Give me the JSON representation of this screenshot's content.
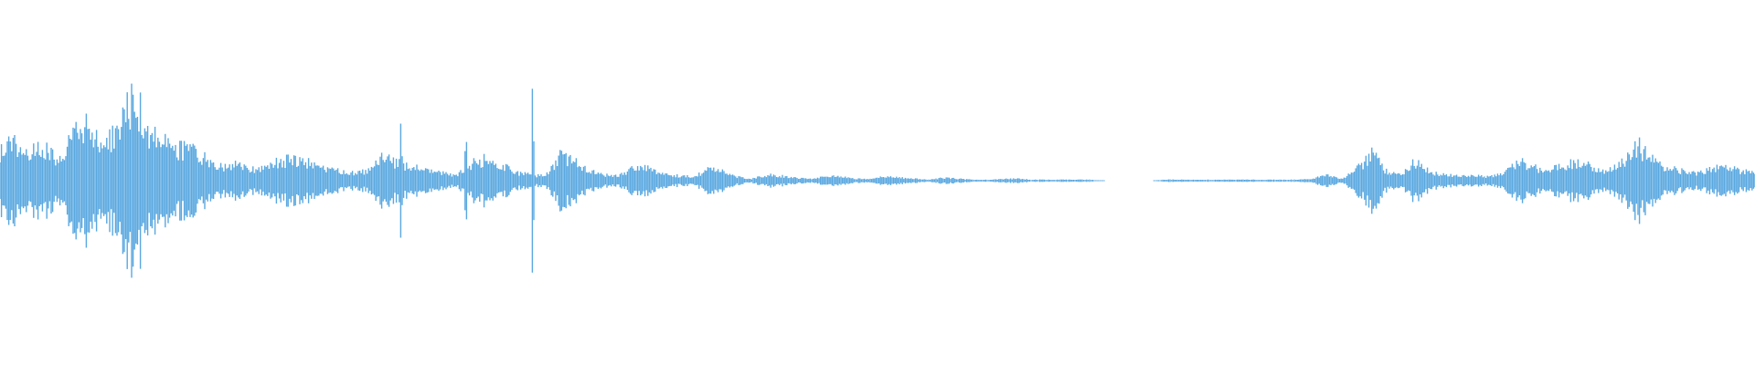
{
  "waveform": {
    "color": "#5aa8e0",
    "background": "#ffffff",
    "envelope": [
      0.3,
      0.42,
      0.28,
      0.34,
      0.22,
      0.48,
      0.55,
      0.35,
      0.5,
      0.9,
      0.55,
      0.4,
      0.34,
      0.3,
      0.22,
      0.14,
      0.16,
      0.12,
      0.14,
      0.2,
      0.22,
      0.18,
      0.12,
      0.1,
      0.08,
      0.1,
      0.24,
      0.18,
      0.14,
      0.1,
      0.08,
      0.06,
      0.18,
      0.22,
      0.16,
      0.08,
      0.06,
      0.05,
      0.26,
      0.2,
      0.1,
      0.06,
      0.05,
      0.14,
      0.12,
      0.08,
      0.05,
      0.04,
      0.12,
      0.1,
      0.04,
      0.02,
      0.06,
      0.05,
      0.03,
      0.02,
      0.05,
      0.04,
      0.02,
      0.02,
      0.04,
      0.03,
      0.02,
      0.01,
      0.03,
      0.02,
      0.01,
      0.01,
      0.02,
      0.02,
      0.01,
      0.01,
      0.01,
      0.01,
      0.01,
      0.0,
      0.0,
      0.0,
      0.0,
      0.01,
      0.01,
      0.01,
      0.01,
      0.01,
      0.01,
      0.01,
      0.01,
      0.01,
      0.01,
      0.02,
      0.06,
      0.02,
      0.12,
      0.28,
      0.1,
      0.06,
      0.2,
      0.08,
      0.06,
      0.05,
      0.05,
      0.04,
      0.08,
      0.2,
      0.14,
      0.1,
      0.16,
      0.2,
      0.14,
      0.1,
      0.18,
      0.38,
      0.22,
      0.14,
      0.1,
      0.08,
      0.12,
      0.16,
      0.1,
      0.08
    ],
    "spikes": [
      {
        "pos": 0.2285,
        "amp": 0.62
      },
      {
        "pos": 0.2655,
        "amp": 0.52
      },
      {
        "pos": 0.3035,
        "amp": 1.0
      }
    ]
  }
}
